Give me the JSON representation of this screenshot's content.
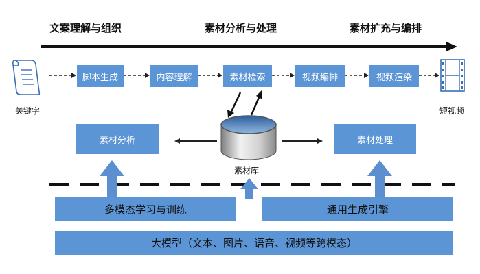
{
  "stages": [
    {
      "label": "文案理解与组织"
    },
    {
      "label": "素材分析与处理"
    },
    {
      "label": "素材扩充与编排"
    }
  ],
  "pipeline": [
    {
      "label": "脚本生成"
    },
    {
      "label": "内容理解"
    },
    {
      "label": "素材检索"
    },
    {
      "label": "视频编排"
    },
    {
      "label": "视频渲染"
    }
  ],
  "input_caption": "关键字",
  "output_caption": "短视频",
  "analysis_box": "素材分析",
  "processing_box": "素材处理",
  "database_caption": "素材库",
  "training_box": "多模态学习与训练",
  "engine_box": "通用生成引擎",
  "foundation_box": "大模型（文本、图片、语音、视频等跨模态）",
  "icons": {
    "input": "document-icon",
    "output": "film-strip-icon",
    "database": "database-cylinder-icon"
  },
  "colors": {
    "box_fill": "#5b95d6",
    "arrow_fill": "#5b8fd0",
    "line": "#111111"
  }
}
